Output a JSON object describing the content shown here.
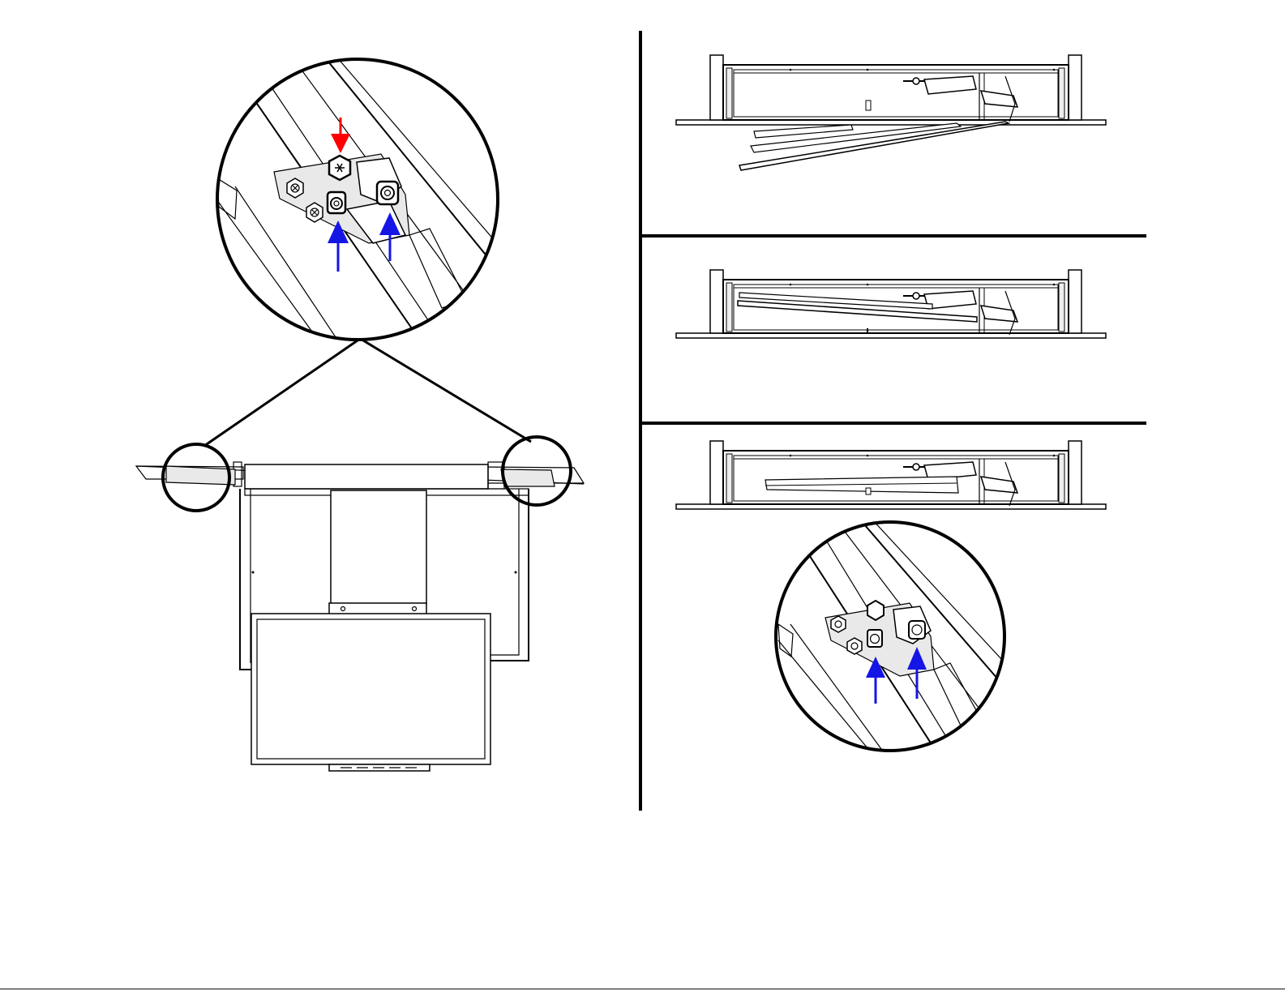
{
  "figure": {
    "arrow_colors": {
      "remove_bolt": "#ff0000",
      "adjust_points": "#1515e6"
    },
    "icons": [
      "hex-bolt-icon",
      "adjustment-nut-icon",
      "hex-nut-icon"
    ],
    "panels": [
      {
        "name": "overview-with-zoom-detail"
      },
      {
        "name": "step-1-panel-tilted-open"
      },
      {
        "name": "step-2-panel-partially-closed"
      },
      {
        "name": "step-3-panel-closed-with-detail"
      }
    ]
  }
}
